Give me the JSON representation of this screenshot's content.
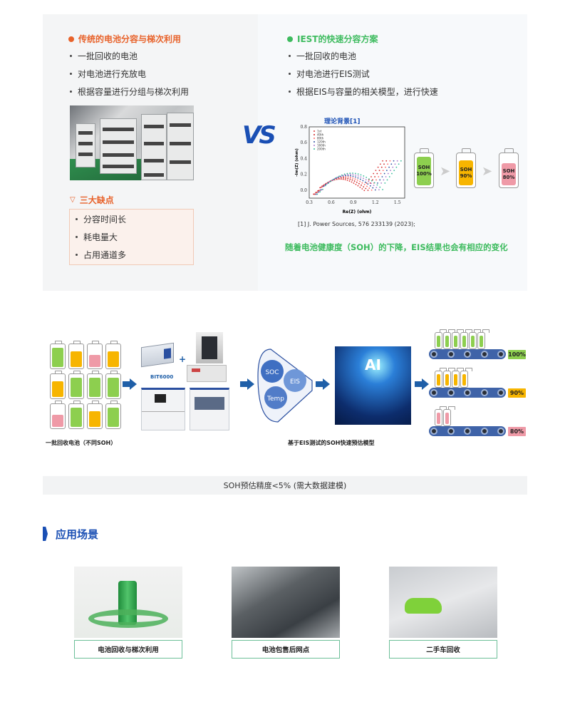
{
  "traditional": {
    "title": "传统的电池分容与梯次利用",
    "items": [
      "一批回收的电池",
      "对电池进行充放电",
      "根据容量进行分组与梯次利用"
    ],
    "drawbacks_title": "三大缺点",
    "drawbacks": [
      "分容时间长",
      "耗电量大",
      "占用通道多"
    ]
  },
  "vs_label": "VS",
  "iest": {
    "title": "IEST的快速分容方案",
    "items": [
      "一批回收的电池",
      "对电池进行EIS测试",
      "根据EIS与容量的相关模型，进行快速"
    ],
    "chart": {
      "title": "理论背景[1]",
      "xlabel": "Re(Z) (ohm)",
      "ylabel": "-Im(Z) (ohm)",
      "xticks": [
        "0.3",
        "0.6",
        "0.9",
        "1.2",
        "1.5"
      ],
      "yticks": [
        "0.0",
        "0.2",
        "0.4",
        "0.6",
        "0.8"
      ],
      "legend": [
        "1st",
        "40th",
        "80th",
        "120th",
        "160th",
        "200th"
      ]
    },
    "citation": "[1] J. Power Sources, 576 233139 (2023);",
    "soh": [
      "SOH 100%",
      "SOH 90%",
      "SOH 80%"
    ],
    "conclusion": "随着电池健康度（SOH）的下降，EIS结果也会有相应的变化"
  },
  "flow": {
    "batches_caption": "一批回收电池（不同SOH）",
    "device_label": "BIT6000",
    "factors": [
      "SOC",
      "EIS",
      "Temp"
    ],
    "ai_label": "AI",
    "model_caption": "基于EIS测试的SOH快速预估模型",
    "grades": [
      "100%",
      "90%",
      "80%"
    ]
  },
  "accuracy_note": "SOH预估精度<5% (需大数据建模)",
  "applications": {
    "title": "应用场景",
    "cards": [
      "电池回收与梯次利用",
      "电池包售后网点",
      "二手车回收"
    ]
  },
  "colors": {
    "orange": "#e8622a",
    "green": "#3dbb5e",
    "blue": "#1a4fb4",
    "bat_green": "#8dcf4f",
    "bat_yellow": "#f7b500",
    "bat_pink": "#ef9aa7"
  }
}
